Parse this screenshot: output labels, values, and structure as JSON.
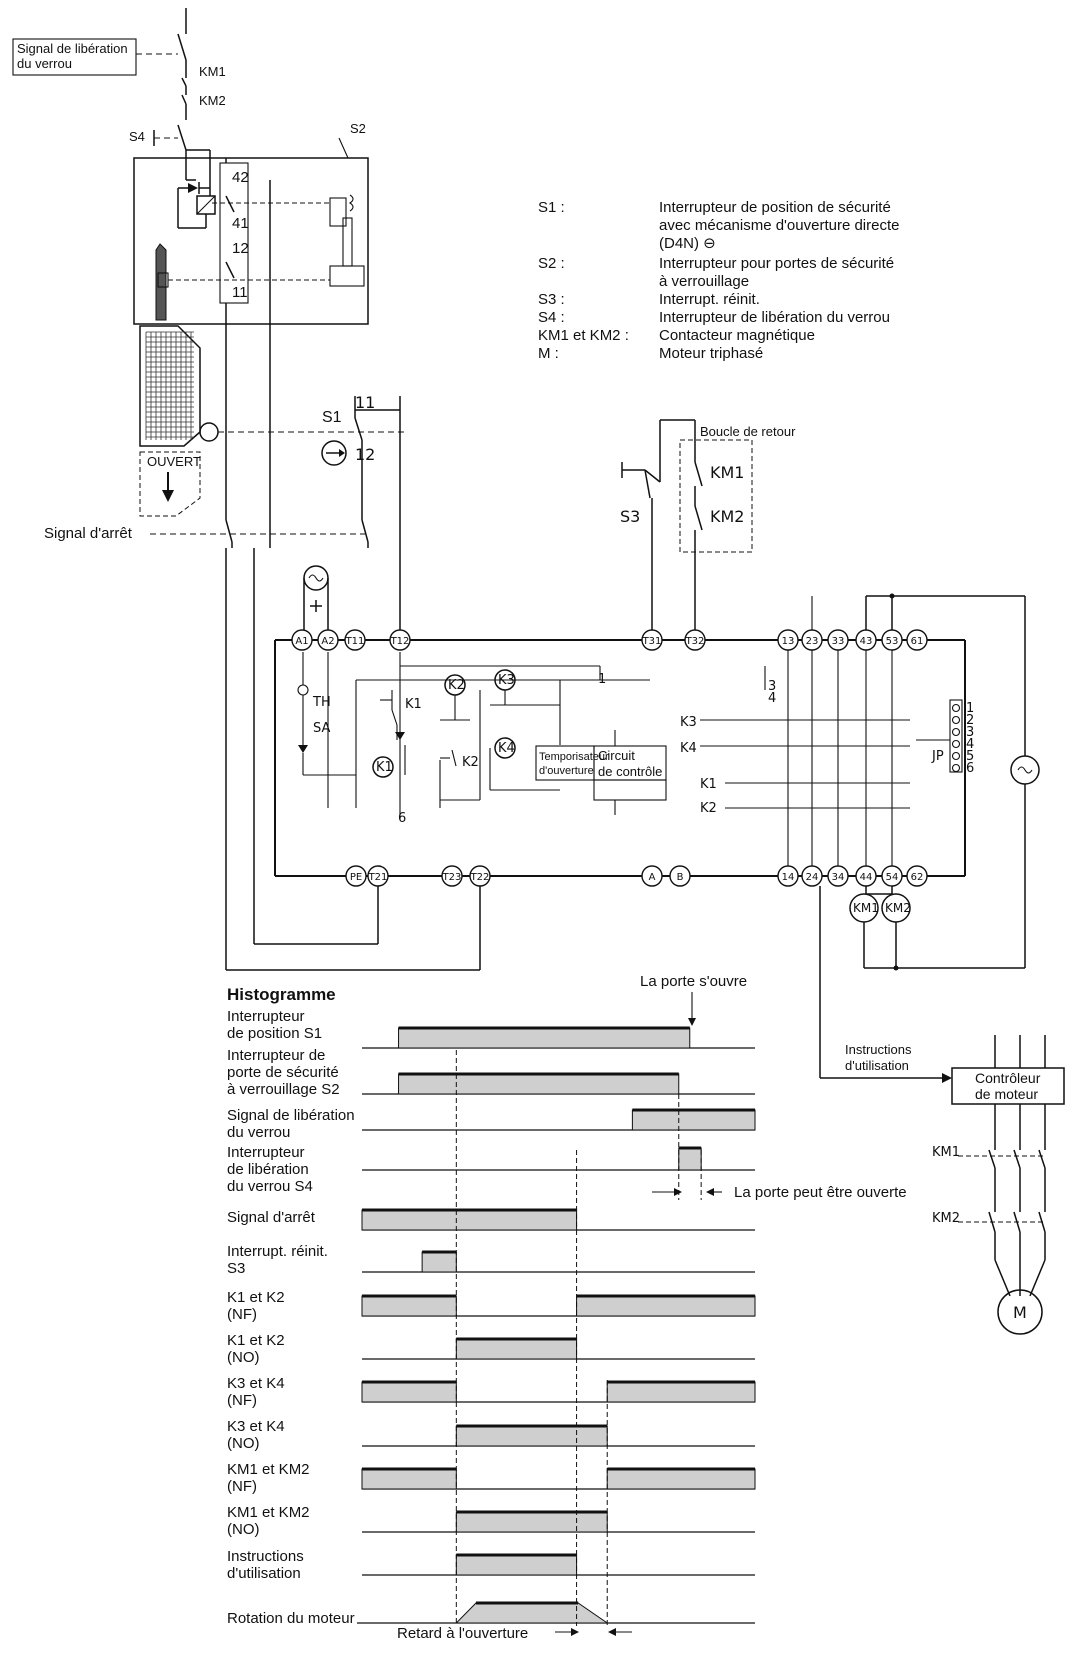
{
  "labels": {
    "lock_release_signal": [
      "Signal de libération",
      "du verrou"
    ],
    "km1": "KM1",
    "km2": "KM2",
    "s4": "S4",
    "s2": "S2",
    "s1": "S1",
    "s3": "S3",
    "c42": "42",
    "c41": "41",
    "c12": "12",
    "c11": "11",
    "s1_11": "11",
    "s1_12": "12",
    "ouvert": "OUVERT",
    "stop_signal": "Signal d'arrêt",
    "feedback_loop": "Boucle de retour",
    "timer_box": [
      "Temporisateur",
      "d'ouverture"
    ],
    "control_box": [
      "Circuit",
      "de contrôle"
    ],
    "operating_instructions": [
      "Instructions",
      "d'utilisation"
    ],
    "motor_controller": [
      "Contrôleur",
      "de moteur"
    ],
    "motor": "M",
    "th": "TH",
    "sa": "SA",
    "jp": "JP",
    "k1": "K1",
    "k2": "K2",
    "k3": "K3",
    "k4": "K4"
  },
  "legend": [
    {
      "key": "S1 :",
      "lines": [
        "Interrupteur de position de sécurité",
        "avec mécanisme d'ouverture directe",
        "(D4N)  ⊖"
      ]
    },
    {
      "key": "S2 :",
      "lines": [
        "Interrupteur pour portes de sécurité",
        "à verrouillage"
      ]
    },
    {
      "key": "S3 :",
      "lines": [
        "Interrupt. réinit."
      ]
    },
    {
      "key": "S4 :",
      "lines": [
        "Interrupteur de libération du verrou"
      ]
    },
    {
      "key": "KM1 et KM2 :",
      "lines": [
        "Contacteur magnétique"
      ]
    },
    {
      "key": "M :",
      "lines": [
        "Moteur triphasé"
      ]
    }
  ],
  "terminals": {
    "top": [
      "A1",
      "A2",
      "T11",
      "T12",
      "T31",
      "T32",
      "13",
      "23",
      "33",
      "43",
      "53",
      "61"
    ],
    "bottom": [
      "PE",
      "T21",
      "T23",
      "T22",
      "A",
      "B",
      "14",
      "24",
      "34",
      "44",
      "54",
      "62"
    ],
    "jp": [
      "1",
      "2",
      "3",
      "4",
      "5",
      "6"
    ]
  },
  "timing": {
    "title": "Histogramme",
    "door_opens": "La porte s'ouvre",
    "door_can_open": "La porte peut être ouverte",
    "opening_delay": "Retard à l'ouverture",
    "rows": [
      {
        "label": [
          "Interrupteur",
          "de position S1"
        ],
        "segments": [
          [
            0.093,
            0.834
          ]
        ]
      },
      {
        "label": [
          "Interrupteur de",
          "porte de sécurité",
          "à verrouillage S2"
        ],
        "segments": [
          [
            0.093,
            0.806
          ]
        ]
      },
      {
        "label": [
          "Signal de libération",
          "du verrou"
        ],
        "segments": [
          [
            0.688,
            1.0
          ]
        ]
      },
      {
        "label": [
          "Interrupteur",
          "de libération",
          "du verrou S4"
        ],
        "segments": [
          [
            0.806,
            0.863
          ]
        ]
      },
      {
        "label": [
          "Signal d'arrêt"
        ],
        "segments": [
          [
            0.0,
            0.546
          ]
        ]
      },
      {
        "label": [
          "Interrupt. réinit.",
          "S3"
        ],
        "segments": [
          [
            0.153,
            0.24
          ]
        ]
      },
      {
        "label": [
          "K1 et K2",
          "(NF)"
        ],
        "segments": [
          [
            0.0,
            0.24
          ],
          [
            0.546,
            1.0
          ]
        ]
      },
      {
        "label": [
          "K1 et K2",
          "(NO)"
        ],
        "segments": [
          [
            0.24,
            0.546
          ]
        ]
      },
      {
        "label": [
          "K3 et K4",
          "(NF)"
        ],
        "segments": [
          [
            0.0,
            0.24
          ],
          [
            0.624,
            1.0
          ]
        ]
      },
      {
        "label": [
          "K3 et K4",
          "(NO)"
        ],
        "segments": [
          [
            0.24,
            0.624
          ]
        ]
      },
      {
        "label": [
          "KM1 et KM2",
          "(NF)"
        ],
        "segments": [
          [
            0.0,
            0.24
          ],
          [
            0.624,
            1.0
          ]
        ]
      },
      {
        "label": [
          "KM1 et KM2",
          "(NO)"
        ],
        "segments": [
          [
            0.24,
            0.624
          ]
        ]
      },
      {
        "label": [
          "Instructions",
          "d'utilisation"
        ],
        "segments": [
          [
            0.24,
            0.546
          ]
        ]
      },
      {
        "label": [
          "Rotation du moteur"
        ],
        "ramp": [
          0.24,
          0.29,
          0.55,
          0.624
        ]
      }
    ]
  }
}
